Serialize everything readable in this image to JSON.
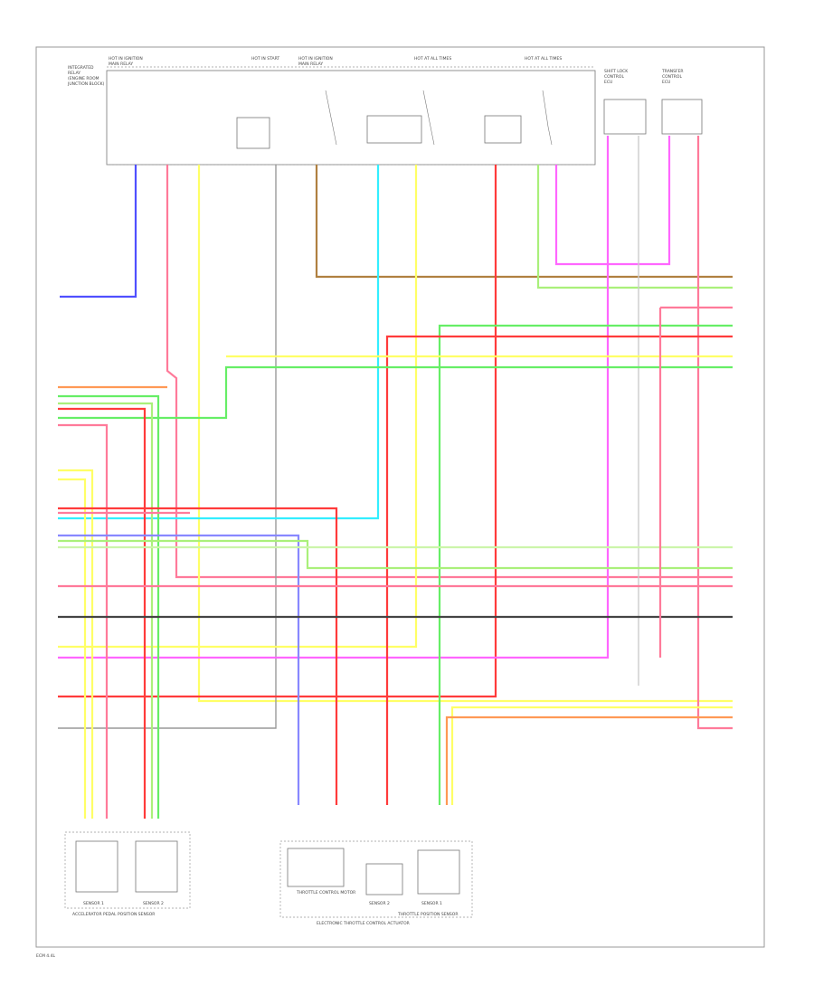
{
  "footer_label": "ECM 4.4L",
  "top_components": [
    {
      "key": "relay",
      "lines": [
        "INTEGRATED",
        "RELAY",
        "(ENGINE ROOM",
        "JUNCTION BLOCK)"
      ]
    },
    {
      "key": "ign_a",
      "lines": [
        "HOT IN IGNITION",
        "MAIN RELAY"
      ]
    },
    {
      "key": "hot_st",
      "lines": [
        "HOT IN START"
      ]
    },
    {
      "key": "ign_b",
      "lines": [
        "HOT IN IGNITION",
        "MAIN RELAY"
      ]
    },
    {
      "key": "hot_at_all",
      "lines": [
        "HOT AT ALL TIMES"
      ]
    },
    {
      "key": "hot_at_all2",
      "lines": [
        "HOT AT ALL TIMES"
      ]
    },
    {
      "key": "shift_lock",
      "lines": [
        "SHIFT LOCK",
        "CONTROL",
        "ECU"
      ]
    },
    {
      "key": "transfer",
      "lines": [
        "TRANSFER",
        "CONTROL",
        "ECU"
      ]
    }
  ],
  "sensor_labels": {
    "sensor1_left": "SENSOR 1",
    "sensor2_left": "SENSOR 2",
    "pedal_caption": "ACCELERATOR PEDAL POSITION SENSOR",
    "throttle_motor": "THROTTLE CONTROL MOTOR",
    "sensor2_right": "SENSOR 2",
    "sensor1_right": "SENSOR 1",
    "throttle_caption": "THROTTLE POSITION SENSOR",
    "etcs_caption": "ELECTRONIC THROTTLE CONTROL ACTUATOR"
  },
  "wire_colors": {
    "blue": "#5050ff",
    "red": "#ff3b3b",
    "pink": "#ff7a9a",
    "yellow": "#ffff66",
    "green": "#66ee66",
    "lightgreen": "#aaf07a",
    "cyan": "#33eeff",
    "magenta": "#ff66ff",
    "orange": "#ff9955",
    "brown": "#b08040",
    "gray": "#999999",
    "black": "#444444",
    "violet": "#8888ff",
    "lightblue": "#99ccff"
  }
}
